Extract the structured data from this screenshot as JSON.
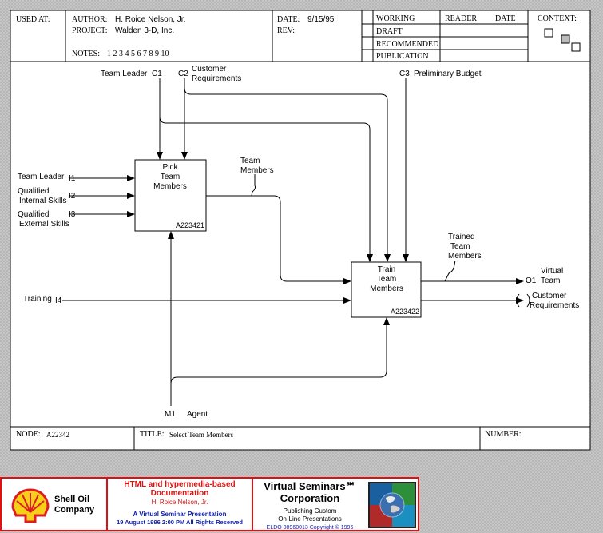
{
  "header": {
    "used_at_label": "USED AT:",
    "author_label": "AUTHOR:",
    "author_value": "H. Roice Nelson, Jr.",
    "project_label": "PROJECT:",
    "project_value": "Walden 3-D, Inc.",
    "notes_label": "NOTES:",
    "notes_numbers": "1  2  3  4  5  6  7  8  9  10",
    "date_label": "DATE:",
    "date_value": "9/15/95",
    "rev_label": "REV:",
    "status": [
      "WORKING",
      "DRAFT",
      "RECOMMENDED",
      "PUBLICATION"
    ],
    "reader_label": "READER",
    "date_col_label": "DATE",
    "context_label": "CONTEXT:"
  },
  "diagram": {
    "controls": {
      "c1_label": "Team Leader",
      "c1_code": "C1",
      "c2_code": "C2",
      "c2_label_line1": "Customer",
      "c2_label_line2": "Requirements",
      "c3_code": "C3",
      "c3_label": "Preliminary Budget"
    },
    "inputs": {
      "i1_label": "Team Leader",
      "i1_code": "I1",
      "i2_label_line1": "Qualified",
      "i2_label_line2": "Internal Skills",
      "i2_code": "I2",
      "i3_label_line1": "Qualified",
      "i3_label_line2": "External Skills",
      "i3_code": "I3",
      "i4_label": "Training",
      "i4_code": "I4"
    },
    "box1": {
      "line1": "Pick",
      "line2": "Team",
      "line3": "Members",
      "id": "A223421"
    },
    "box2": {
      "line1": "Train",
      "line2": "Team",
      "line3": "Members",
      "id": "A223422"
    },
    "team_members_line1": "Team",
    "team_members_line2": "Members",
    "trained_line1": "Trained",
    "trained_line2": "Team",
    "trained_line3": "Members",
    "outputs": {
      "o1_line1": "Virtual",
      "o1_code": "O1",
      "o1_line2": "Team",
      "o2_line1": "Customer",
      "o2_line2": "Requirements"
    },
    "mechanism": {
      "m1_code": "M1",
      "m1_label": "Agent"
    }
  },
  "bottom": {
    "node_label": "NODE:",
    "node_value": "A22342",
    "title_label": "TITLE:",
    "title_value": "Select Team Members",
    "number_label": "NUMBER:"
  },
  "footer": {
    "company_line1": "Shell Oil",
    "company_line2": "Company",
    "doc_title_line1": "HTML and hypermedia-based",
    "doc_title_line2": "Documentation",
    "doc_author": "H. Roice Nelson, Jr.",
    "presentation": "A Virtual Seminar Presentation",
    "presentation_date": "19 August 1996  2:00 PM   All Rights Reserved",
    "vs_line1": "Virtual Seminars℠",
    "vs_line2": "Corporation",
    "vs_line3": "Publishing Custom",
    "vs_line4": "On-Line Presentations",
    "copyright": "ELDO 08960013 Copyright © 1996"
  },
  "colors": {
    "frame_red": "#e01010",
    "blue_text": "#1020b0",
    "shell_yellow": "#f7d117",
    "shell_red": "#dd1d21"
  }
}
